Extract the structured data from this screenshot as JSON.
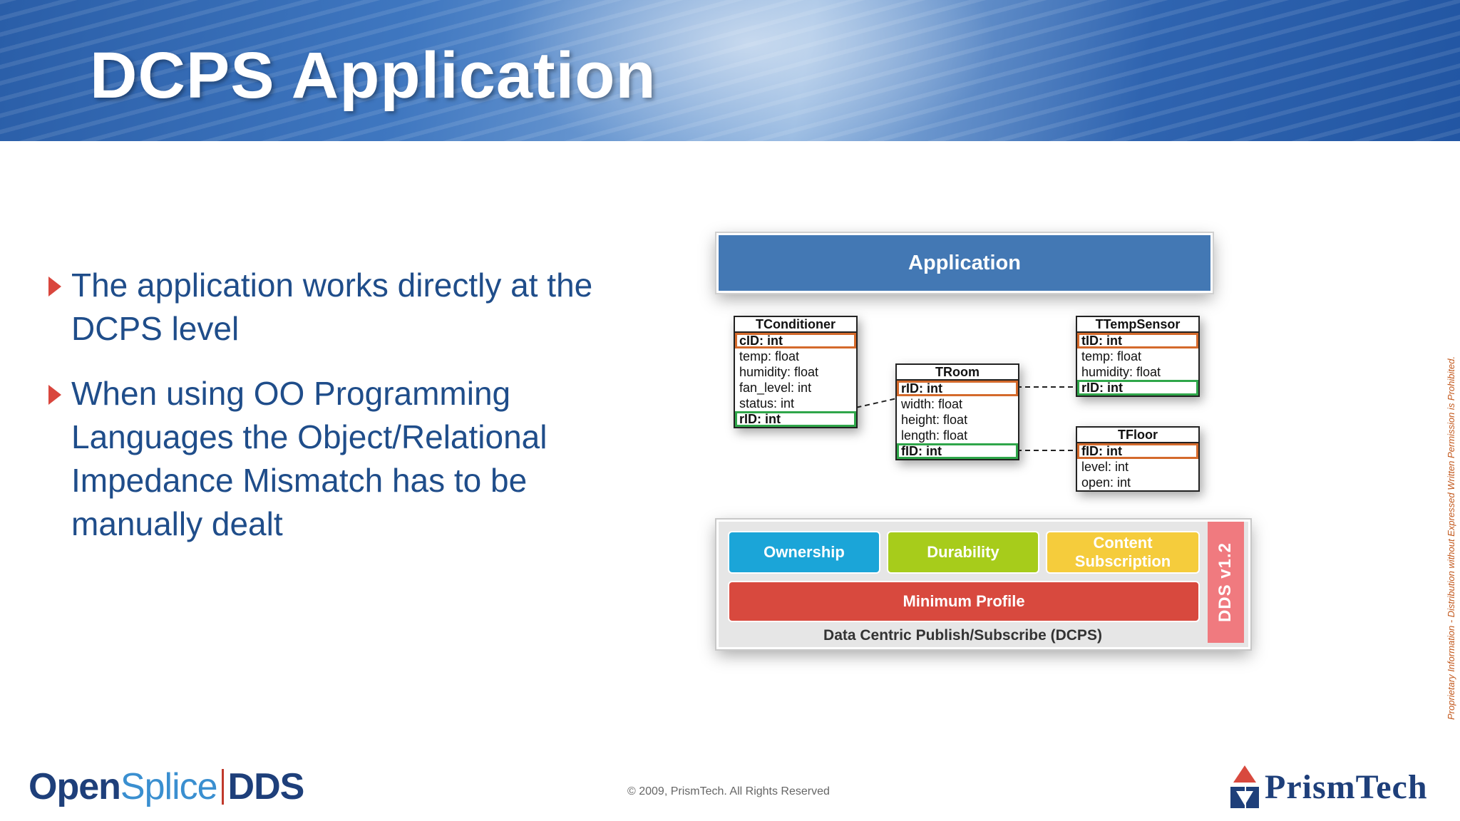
{
  "slide": {
    "title": "DCPS Application",
    "bullets": [
      "The application works directly at the DCPS level",
      "When using OO Programming Languages the Object/Relational Impedance Mismatch has to be manually dealt"
    ]
  },
  "diagram": {
    "application_label": "Application",
    "tables": {
      "conditioner": {
        "name": "TConditioner",
        "rows": [
          "cID: int",
          "temp: float",
          "humidity: float",
          "fan_level: int",
          "status: int",
          "rID: int"
        ]
      },
      "room": {
        "name": "TRoom",
        "rows": [
          "rID: int",
          "width: float",
          "height: float",
          "length: float",
          "fID: int"
        ]
      },
      "tempsensor": {
        "name": "TTempSensor",
        "rows": [
          "tID: int",
          "temp: float",
          "humidity: float",
          "rID: int"
        ]
      },
      "floor": {
        "name": "TFloor",
        "rows": [
          "fID: int",
          "level: int",
          "open: int"
        ]
      }
    },
    "dcps": {
      "ownership": "Ownership",
      "durability": "Durability",
      "content_subscription": "Content Subscription",
      "minimum_profile": "Minimum Profile",
      "label": "Data Centric Publish/Subscribe (DCPS)",
      "version_tab": "DDS v1.2"
    },
    "colors": {
      "application": "#4378b4",
      "key_border": "#d46a2c",
      "foreign_key_border": "#2fa64a",
      "ownership": "#1ba5d8",
      "durability": "#a7cc1b",
      "content_subscription": "#f5cc3c",
      "minimum_profile": "#d8493e",
      "dds_tab": "#f07a7f"
    }
  },
  "footer": {
    "logo_open": "Open",
    "logo_splice": "Splice",
    "logo_dds": "DDS",
    "copyright": "© 2009, PrismTech. All Rights Reserved",
    "brand": "PrismTech",
    "side_note": "Proprietary Information - Distribution without Expressed Written Permission is Prohibited."
  }
}
